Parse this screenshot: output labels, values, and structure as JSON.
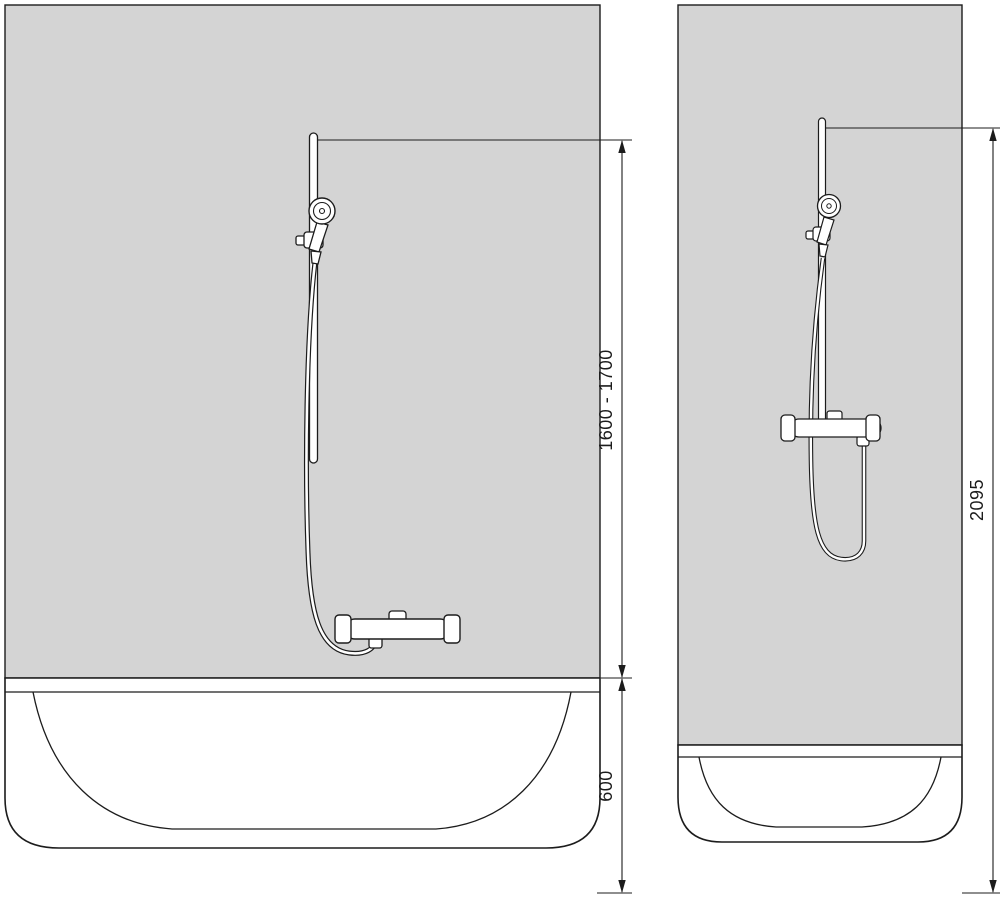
{
  "colors": {
    "background": "#ffffff",
    "wall_fill": "#d4d4d4",
    "outline": "#1c1c1c",
    "fixture_fill": "#ffffff"
  },
  "left_diagram": {
    "kind": "bathtub installation",
    "dimension_height_range": "1600 - 1700",
    "dimension_tub_height": "600"
  },
  "right_diagram": {
    "kind": "shower tray installation",
    "dimension_total_height": "2095"
  }
}
